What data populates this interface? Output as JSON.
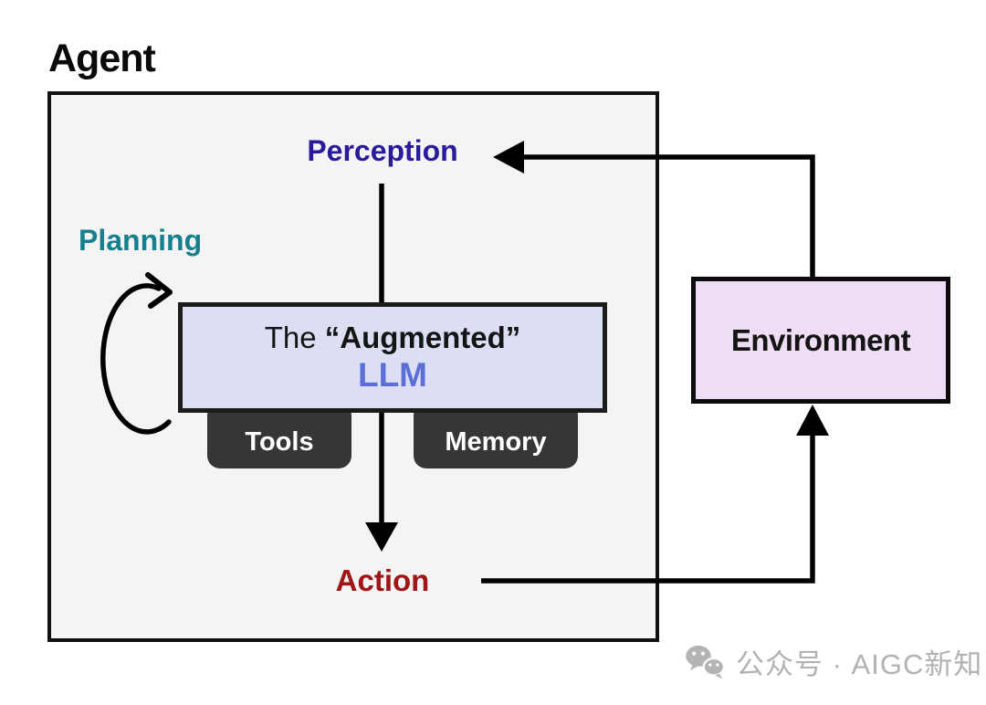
{
  "title": {
    "label": "Agent"
  },
  "diagram": {
    "perception": "Perception",
    "planning": "Planning",
    "llm_prefix": "The ",
    "llm_quoted": "“Augmented”",
    "llm_name": "LLM",
    "tools": "Tools",
    "memory": "Memory",
    "action": "Action",
    "environment": "Environment",
    "edges": [
      {
        "from": "Environment",
        "to": "Perception",
        "type": "arrow"
      },
      {
        "from": "Perception",
        "to": "Augmented LLM",
        "type": "line"
      },
      {
        "from": "Augmented LLM",
        "to": "Action",
        "type": "arrow"
      },
      {
        "from": "Action",
        "to": "Environment",
        "type": "arrow"
      },
      {
        "from": "Planning",
        "to": "Planning",
        "type": "self-loop-arrow"
      }
    ]
  },
  "colors": {
    "agent_box_bg": "#f5f4f4",
    "agent_box_border": "#101010",
    "perception_text": "#2a1a9c",
    "planning_text": "#17808f",
    "action_text": "#a01515",
    "llm_text": "#5b6fd6",
    "llm_box_bg": "#dcdff4",
    "llm_box_border": "#1b1b1b",
    "environment_box_bg": "#eeddf4",
    "tab_bg": "#363636",
    "tab_text": "#ffffff",
    "arrow": "#000000",
    "watermark": "#b2b2b2"
  },
  "watermark": {
    "icon": "wechat-icon",
    "text": "公众号 · AIGC新知"
  }
}
